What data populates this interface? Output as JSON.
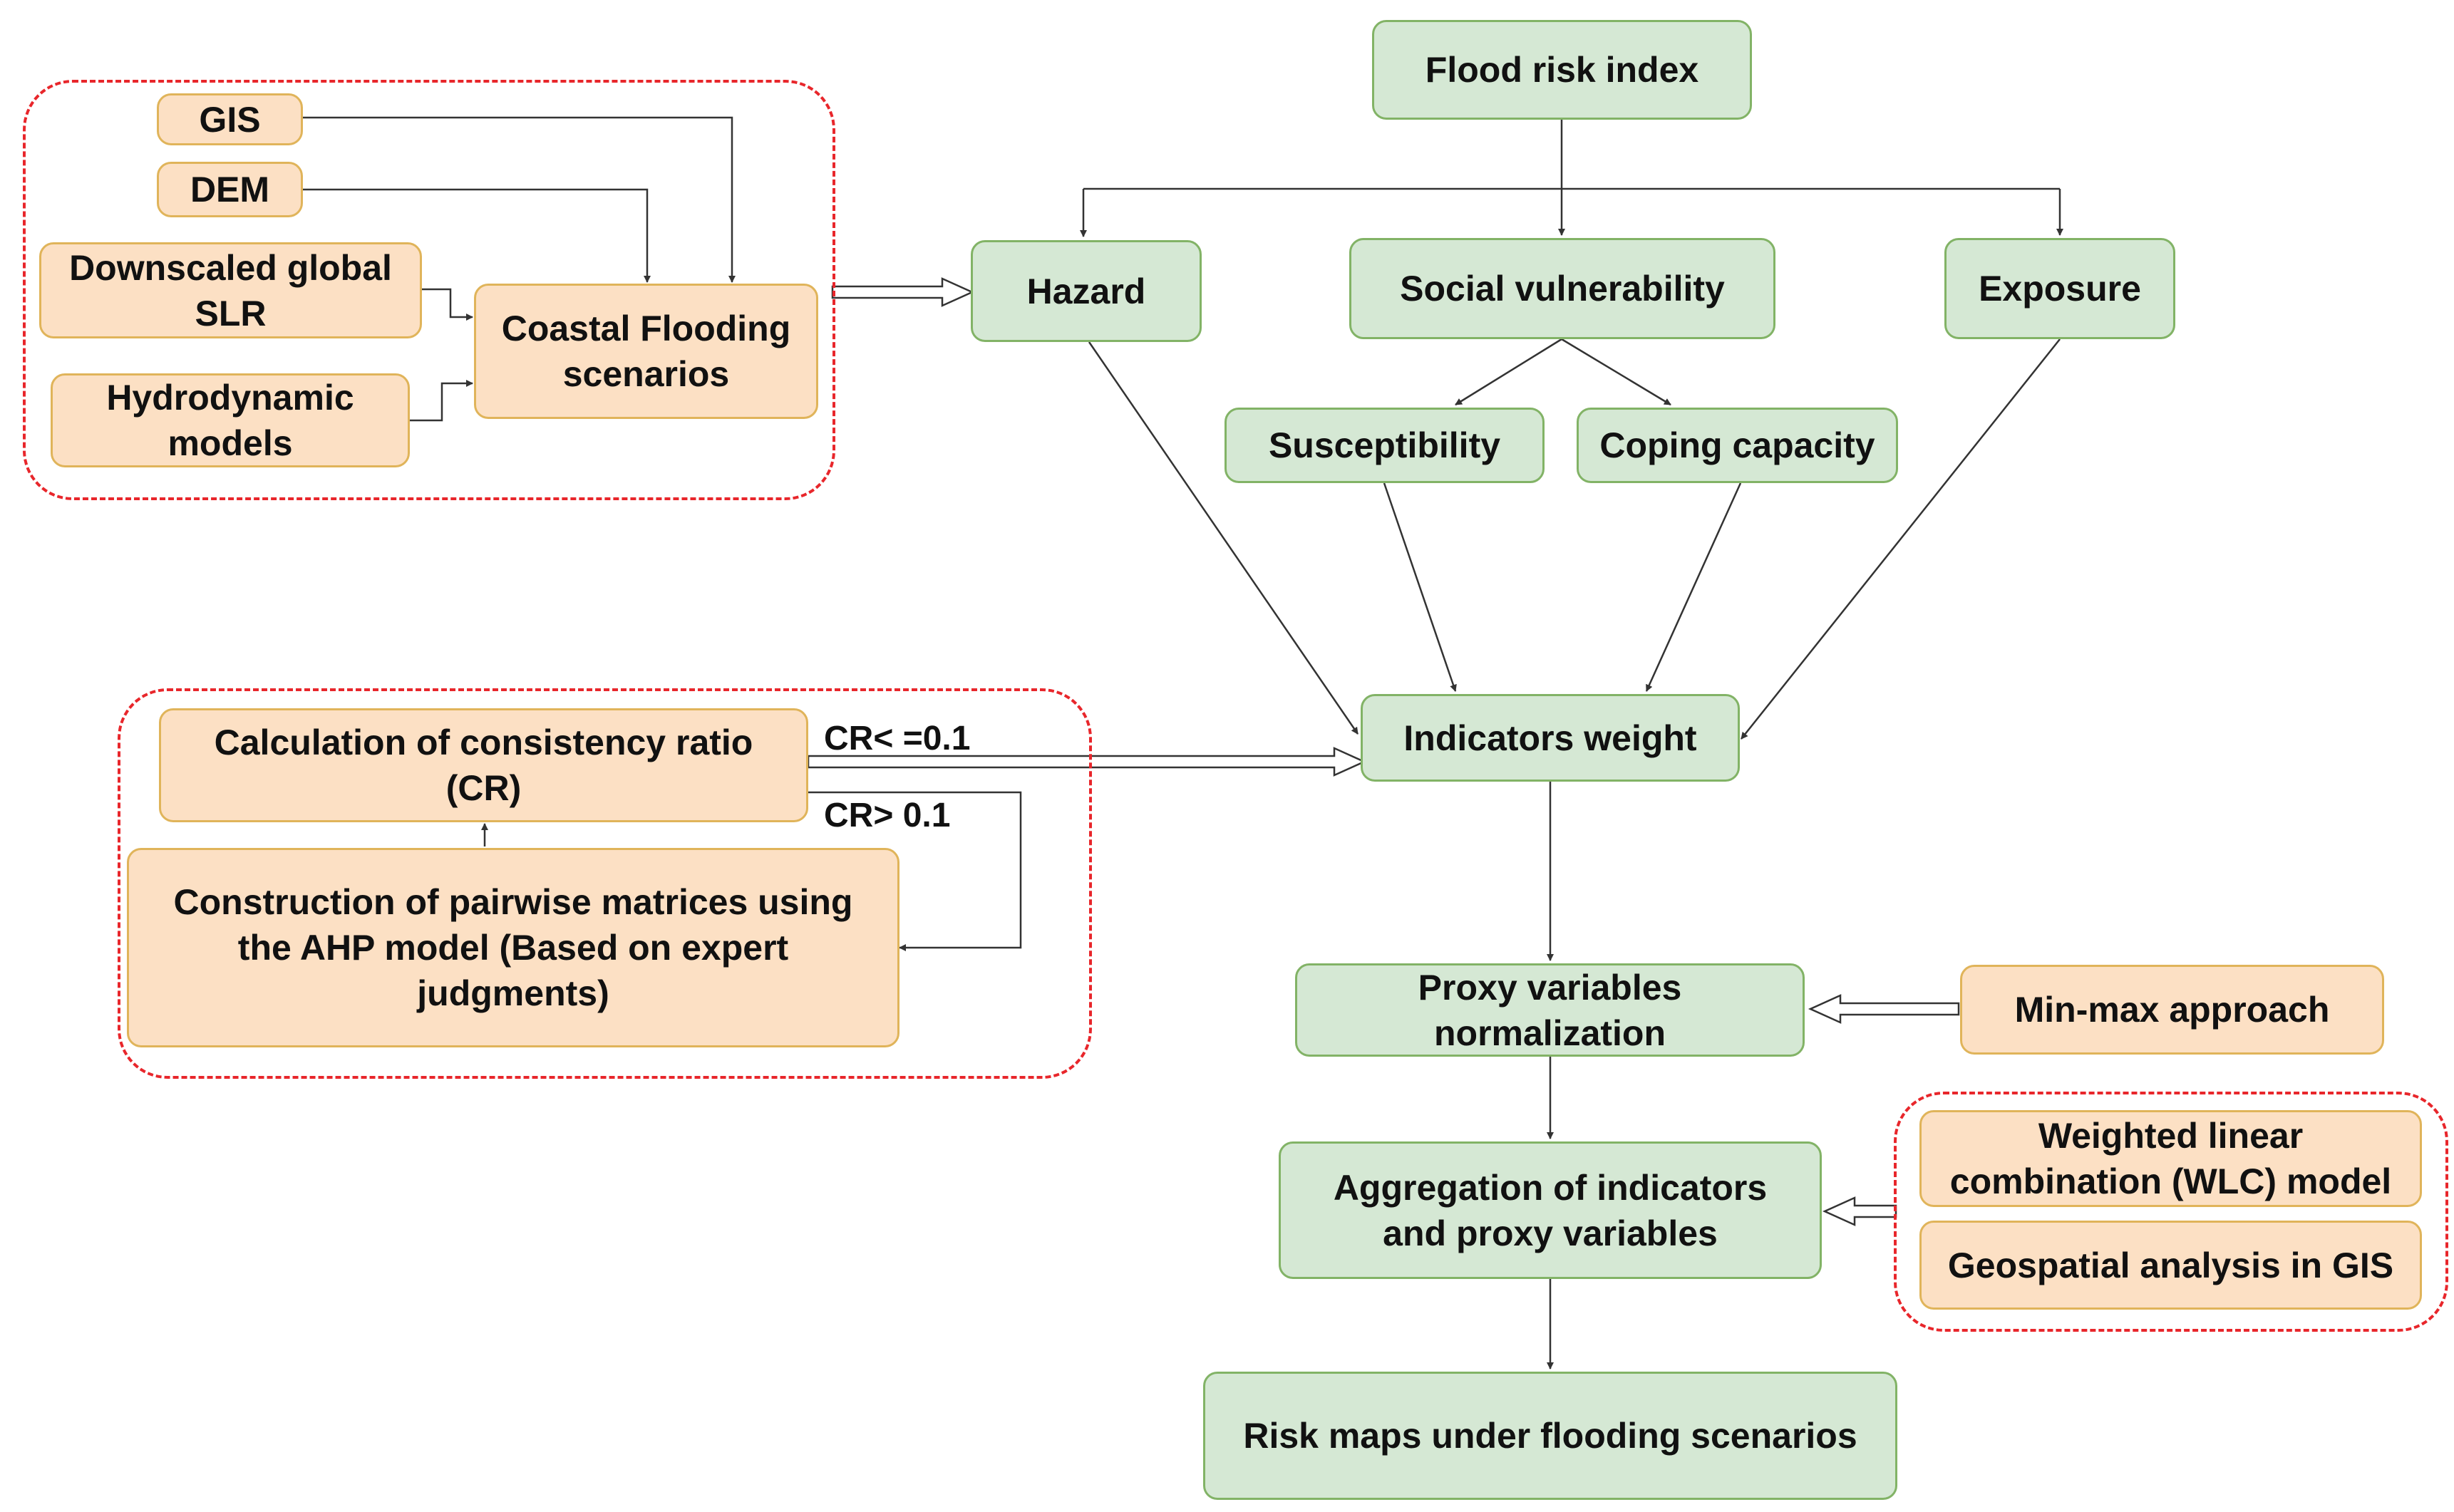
{
  "colors": {
    "green_fill": "#d5e8d4",
    "green_border": "#82b366",
    "orange_fill": "#fce0c4",
    "orange_border": "#e0b45a",
    "group_border": "#e8262b",
    "line": "#333333"
  },
  "nodes": {
    "flood_risk_index": "Flood risk index",
    "hazard": "Hazard",
    "social_vulnerability": "Social vulnerability",
    "exposure": "Exposure",
    "susceptibility": "Susceptibility",
    "coping_capacity": "Coping capacity",
    "indicators_weight": "Indicators weight",
    "proxy_normalization": "Proxy variables normalization",
    "aggregation": "Aggregation of indicators and proxy variables",
    "risk_maps": "Risk maps under flooding scenarios",
    "gis": "GIS",
    "dem": "DEM",
    "downscaled_slr": "Downscaled global SLR",
    "hydrodynamic": "Hydrodynamic models",
    "coastal_flooding": "Coastal Flooding scenarios",
    "consistency_ratio": "Calculation of consistency ratio (CR)",
    "pairwise": "Construction of pairwise matrices using the AHP model (Based on expert judgments)",
    "minmax": "Min-max approach",
    "wlc": "Weighted linear combination (WLC) model",
    "geospatial": "Geospatial analysis in GIS"
  },
  "labels": {
    "cr_le": "CR< =0.1",
    "cr_gt": "CR> 0.1"
  }
}
